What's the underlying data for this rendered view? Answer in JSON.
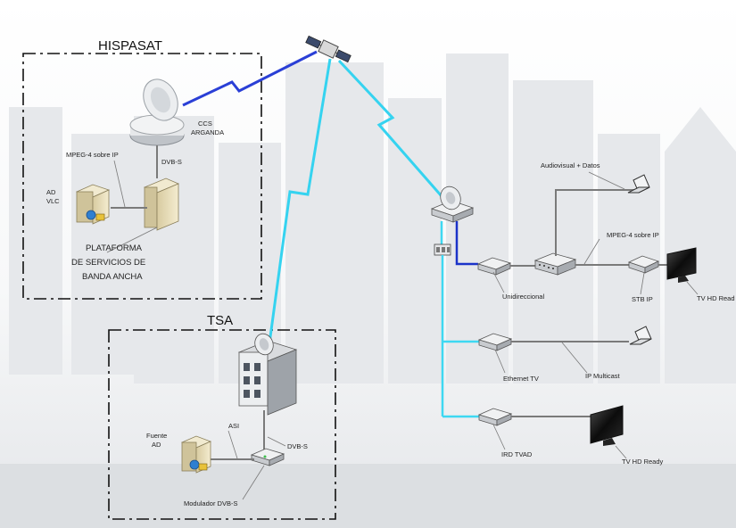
{
  "groups": {
    "hispasat": "HISPASAT",
    "tsa": "TSA"
  },
  "labels": {
    "ccs_line1": "CCS",
    "ccs_line2": "ARGANDA",
    "dvbs_top": "DVB-S",
    "mpeg4_left": "MPEG-4 sobre IP",
    "ad": "AD",
    "vlc": "VLC",
    "platform_line1": "PLATAFORMA",
    "platform_line2": "DE SERVICIOS DE",
    "platform_line3": "BANDA ANCHA",
    "audiovisual": "Audiovisual + Datos",
    "mpeg4_right": "MPEG-4 sobre IP",
    "unidireccional": "Unidireccional",
    "stb_ip": "STB IP",
    "tv_hd_ready_top": "TV HD Read",
    "ethernet_tv": "Ethernet TV",
    "ip_multicast": "IP Multicast",
    "ird_tvad": "IRD TVAD",
    "tv_hd_ready_bottom": "TV HD Ready",
    "fuente": "Fuente",
    "fuente_ad": "AD",
    "asi": "ASI",
    "dvbs_tsa": "DVB-S",
    "modulador": "Modulador DVB-S"
  },
  "colors": {
    "uplink_blue": "#2a3fd6",
    "downlink_cyan": "#35d3f0",
    "lan_blue": "#1b33c9",
    "lan_cyan": "#3ed8f2",
    "skyline": "#e7e9ec",
    "wire": "#7a7a7a"
  },
  "icons": {
    "satellite": "satellite-icon",
    "dish": "satellite-dish-icon",
    "server": "server-icon",
    "router": "router-icon",
    "laptop": "laptop-icon",
    "tv": "flat-tv-icon",
    "building": "building-icon",
    "splitter": "splitter-icon"
  }
}
